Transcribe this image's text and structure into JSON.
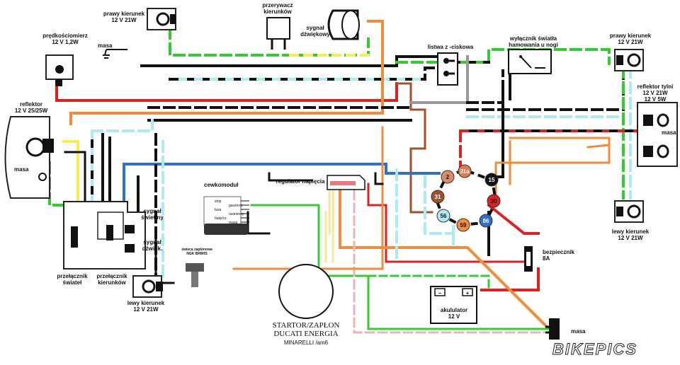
{
  "labels": {
    "speedometer": "prędkościomierz\n12 V 1,2W",
    "ground_top": "masa",
    "right_turn_front": "prawy kierunek\n12 V 21W",
    "flasher": "przerywacz\nkierunków",
    "horn": "sygnał\ndźwiękowy",
    "terminal_strip": "listwa z -ciskowa",
    "brake_switch": "wyłącznik światła\nhamowania u nogi",
    "right_turn_rear": "prawy kierunek\n12 V 21W",
    "headlight": "reflektor\n12 V 25/25W",
    "ground_left": "masa",
    "tail_light": "reflektor tylni\n12 V 21W\n12 V 5W",
    "ground_tail": "masa",
    "coil": "cewkomoduł",
    "regulator": "regulator napięcia",
    "light_signal": "sygnał\nświetlny",
    "horn_signal": "sygnał\ndźwięk.",
    "light_switch": "przełącznik\nświateł",
    "turn_switch": "przełącznik\nkierunków",
    "left_turn_front": "lewy kierunek\n12 V 21W",
    "spark_plug": "świeca zapłonowa\nNGK BR8HS",
    "stator": "STARTOR/ZAPŁON\nDUCATI ENERGIA",
    "stator_sub": "MINARELLI  /am6",
    "left_turn_rear": "lewy kierunek\n12 V 21W",
    "fuse": "bezpiecznik\n8A",
    "battery": "akululator\n12 V",
    "ground_battery": "masa",
    "watermark": "BIKEPICS"
  },
  "coil_pins": [
    "stop",
    "gaszenie",
    "faza",
    "uzarwony",
    "biały/cz.",
    "masa"
  ],
  "battery_terminals": [
    "−",
    "+"
  ],
  "connector_nodes": [
    "2",
    "31a",
    "15",
    "31",
    "30",
    "56",
    "86",
    "59"
  ],
  "colors": {
    "black": "#111111",
    "green": "#33cc33",
    "red": "#e02020",
    "orange": "#f08c3c",
    "blue": "#2f6fd0",
    "cyan": "#aeeaf2",
    "yellow": "#f5ef4a",
    "brown": "#a0522d",
    "grey": "#999999",
    "pale_yellow": "#f3e89a"
  }
}
